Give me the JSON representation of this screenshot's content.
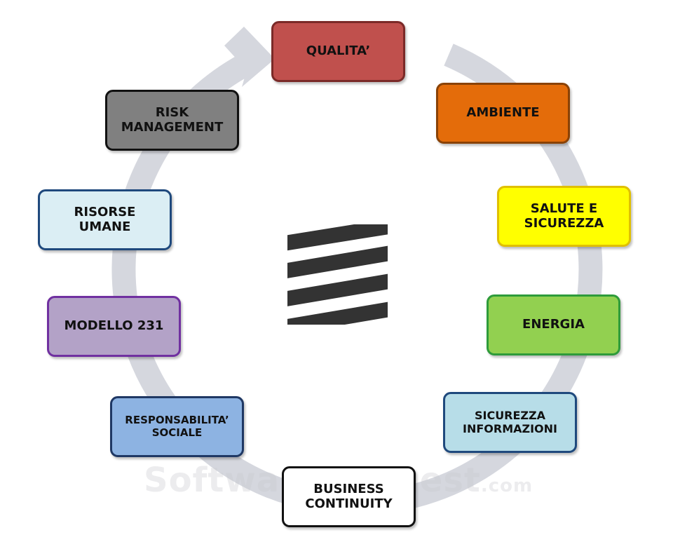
{
  "nodes": [
    {
      "id": "qualita",
      "label": "QUALITA’",
      "fill": "#c0504d",
      "border": "#7b2a28"
    },
    {
      "id": "ambiente",
      "label": "AMBIENTE",
      "fill": "#e46c0a",
      "border": "#8a4206"
    },
    {
      "id": "salute",
      "label": "SALUTE E\nSICUREZZA",
      "fill": "#ffff00",
      "border": "#e0c000"
    },
    {
      "id": "energia",
      "label": "ENERGIA",
      "fill": "#92d050",
      "border": "#2e9b3a"
    },
    {
      "id": "sicurezza-info",
      "label": "SICUREZZA\nINFORMAZIONI",
      "fill": "#b7dde8",
      "border": "#1f497d"
    },
    {
      "id": "business",
      "label": "BUSINESS\nCONTINUITY",
      "fill": "#ffffff",
      "border": "#111111"
    },
    {
      "id": "responsabilita",
      "label": "RESPONSABILITA’\nSOCIALE",
      "fill": "#8db3e2",
      "border": "#1f3864"
    },
    {
      "id": "modello",
      "label": "MODELLO 231",
      "fill": "#b3a2c7",
      "border": "#7030a0"
    },
    {
      "id": "risorse",
      "label": "RISORSE\nUMANE",
      "fill": "#dbeef4",
      "border": "#1f497d"
    },
    {
      "id": "risk",
      "label": "RISK\nMANAGEMENT",
      "fill": "#808080",
      "border": "#111111"
    }
  ],
  "watermark": {
    "main": "SoftwareSuggest",
    "suffix": ".com"
  },
  "colors": {
    "cycle_arrow": "#d5d7de",
    "logo": "#333333"
  }
}
